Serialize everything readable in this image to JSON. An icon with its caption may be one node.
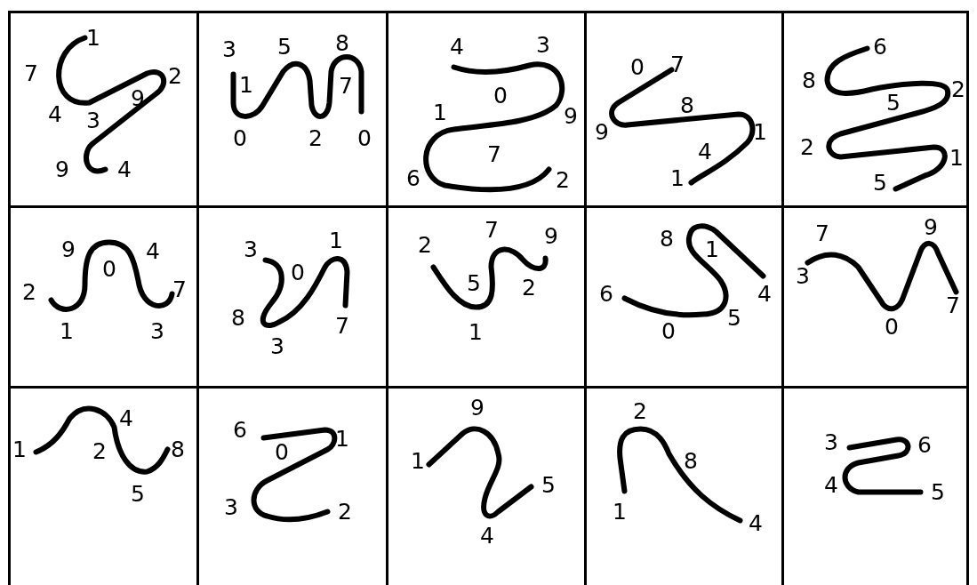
{
  "diagram": {
    "nodes": [
      {
        "text": [
          "1",
          "7",
          "2",
          "9",
          "4",
          "3",
          "9",
          "4"
        ]
      },
      {
        "text": [
          "3",
          "5",
          "8",
          "1",
          "7",
          "0",
          "2",
          "0"
        ]
      },
      {
        "text": [
          "4",
          "3",
          "0",
          "1",
          "9",
          "7",
          "6",
          "2"
        ]
      },
      {
        "text": [
          "0",
          "7",
          "8",
          "9",
          "1",
          "4",
          "1"
        ]
      },
      {
        "text": [
          "6",
          "8",
          "2",
          "5",
          "2",
          "1",
          "5"
        ]
      },
      {
        "text": [
          "9",
          "4",
          "0",
          "2",
          "7",
          "1",
          "3"
        ]
      },
      {
        "text": [
          "3",
          "1",
          "0",
          "8",
          "7",
          "3"
        ]
      },
      {
        "text": [
          "2",
          "7",
          "9",
          "5",
          "2",
          "1"
        ]
      },
      {
        "text": [
          "8",
          "1",
          "6",
          "4",
          "5",
          "0"
        ]
      },
      {
        "text": [
          "7",
          "9",
          "3",
          "7",
          "0"
        ]
      },
      {
        "text": [
          "4",
          "1",
          "2",
          "8",
          "5"
        ]
      },
      {
        "text": [
          "6",
          "1",
          "0",
          "3",
          "2"
        ]
      },
      {
        "text": [
          "9",
          "1",
          "5",
          "4"
        ]
      },
      {
        "text": [
          "2",
          "8",
          "1",
          "4"
        ]
      },
      {
        "text": [
          "3",
          "6",
          "4",
          "5"
        ]
      }
    ]
  }
}
